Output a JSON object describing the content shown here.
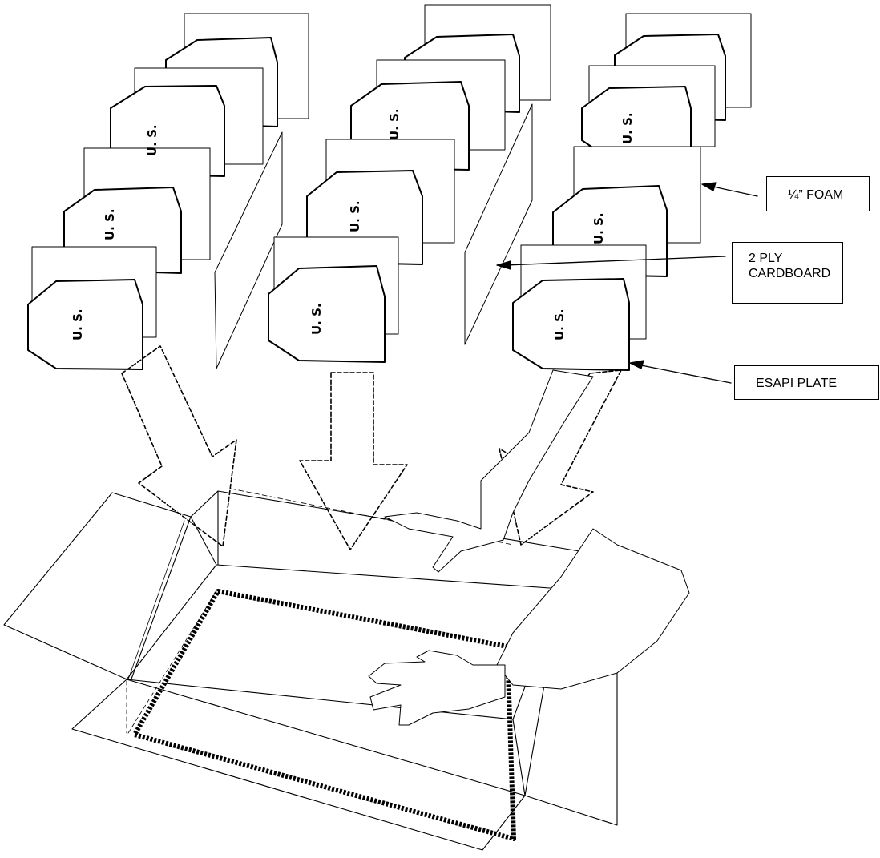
{
  "callouts": {
    "foam": "¼” FOAM",
    "cardboard_line1": "2 PLY",
    "cardboard_line2": "CARDBOARD",
    "esapi_plate": "ESAPI PLATE"
  },
  "plate_marking": "U. S.",
  "colors": {
    "line": "#000000",
    "background": "#ffffff"
  },
  "icons": [
    "foam-sheet",
    "esapi-plate",
    "cardboard-divider",
    "dashed-insert-arrow",
    "shipping-box",
    "hands"
  ]
}
